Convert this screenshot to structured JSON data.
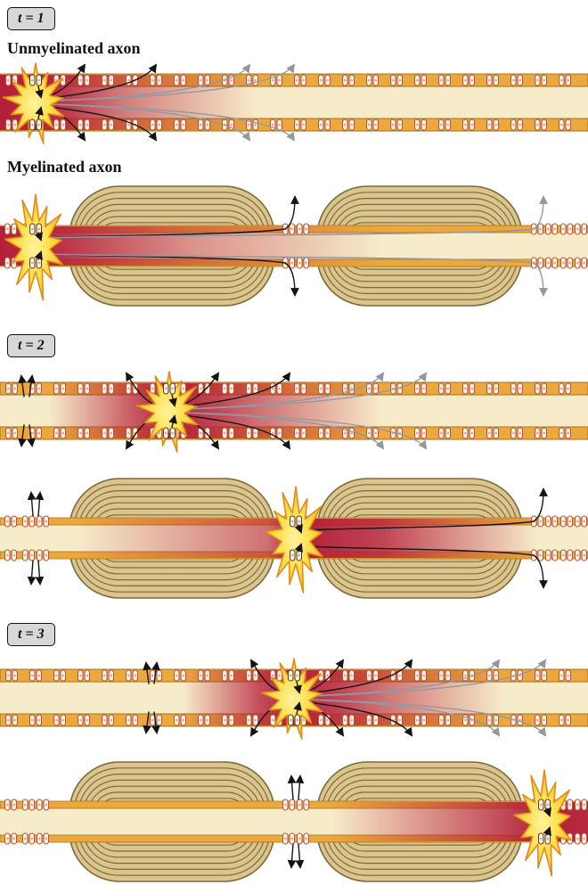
{
  "panels": {
    "t1": {
      "badge": "t = 1"
    },
    "t2": {
      "badge": "t = 2"
    },
    "t3": {
      "badge": "t = 3"
    }
  },
  "labels": {
    "unmyelinated": "Unmyelinated axon",
    "myelinated": "Myelinated axon"
  },
  "colors": {
    "background": "#ffffff",
    "interior": "#f7ecca",
    "membrane": "#eca83d",
    "membrane_edge": "#a5731a",
    "myelin_fill": "#dbc58e",
    "myelin_line": "#7d6a38",
    "red": "#b41f39",
    "burst_fill": "#ffdf4d",
    "burst_core": "#fff3a0",
    "burst_rim": "#f6c12e",
    "burst_edge": "#e08c1c",
    "channel_fill": "#fdf3e2",
    "channel_edge": "#b2543c",
    "channel_edge_active": "#4a3a28",
    "channel_dot": "#e2a4b4",
    "arrow_black": "#141414",
    "arrow_gray": "#9298a0",
    "badge_bg": "#d7d7d7",
    "badge_border": "#111111",
    "text": "#111111"
  },
  "diagram": {
    "unmyelinated": {
      "t1": {
        "ap": 40,
        "red": [
          [
            0,
            1
          ],
          [
            55,
            0.95
          ],
          [
            150,
            0.5
          ],
          [
            290,
            0
          ]
        ],
        "black_exits": [
          95,
          175
        ],
        "left_exits": [],
        "gray_exits": [
          280,
          330
        ],
        "small_arrows": []
      },
      "t2": {
        "ap": 190,
        "red": [
          [
            55,
            0
          ],
          [
            150,
            0.72
          ],
          [
            190,
            1
          ],
          [
            245,
            0.8
          ],
          [
            430,
            0
          ]
        ],
        "black_exits": [
          245,
          325
        ],
        "left_exits": [
          142
        ],
        "gray_exits": [
          430,
          478
        ],
        "small_arrows": [
          30
        ]
      },
      "t3": {
        "ap": 330,
        "red": [
          [
            205,
            0
          ],
          [
            292,
            0.78
          ],
          [
            330,
            1
          ],
          [
            385,
            0.8
          ],
          [
            565,
            0
          ]
        ],
        "black_exits": [
          385,
          462
        ],
        "left_exits": [
          282
        ],
        "gray_exits": [
          560,
          612
        ],
        "small_arrows": [
          170
        ]
      }
    },
    "myelinated": {
      "segments": [
        [
          78,
          308
        ],
        [
          356,
          586
        ]
      ],
      "nodes": [
        40,
        332,
        611
      ],
      "extra_channels": [
        12,
        636,
        652
      ],
      "t1": {
        "ap": 40,
        "burst": 40,
        "red": [
          [
            0,
            1
          ],
          [
            70,
            0.9
          ],
          [
            210,
            0.45
          ],
          [
            430,
            0
          ]
        ],
        "black_node": 332,
        "gray_node": 611,
        "small_arrow_nodes": []
      },
      "t2": {
        "ap": 332,
        "burst": 332,
        "red": [
          [
            85,
            0
          ],
          [
            300,
            0.6
          ],
          [
            332,
            1
          ],
          [
            430,
            0.82
          ],
          [
            605,
            0
          ]
        ],
        "black_node": 611,
        "gray_node": null,
        "small_arrow_nodes": [
          40
        ]
      },
      "t3": {
        "ap": 611,
        "burst": 611,
        "red": [
          [
            372,
            0
          ],
          [
            556,
            0.75
          ],
          [
            611,
            1
          ],
          [
            660,
            0.95
          ]
        ],
        "black_node": null,
        "gray_node": null,
        "small_arrow_nodes": [
          332
        ]
      }
    }
  }
}
